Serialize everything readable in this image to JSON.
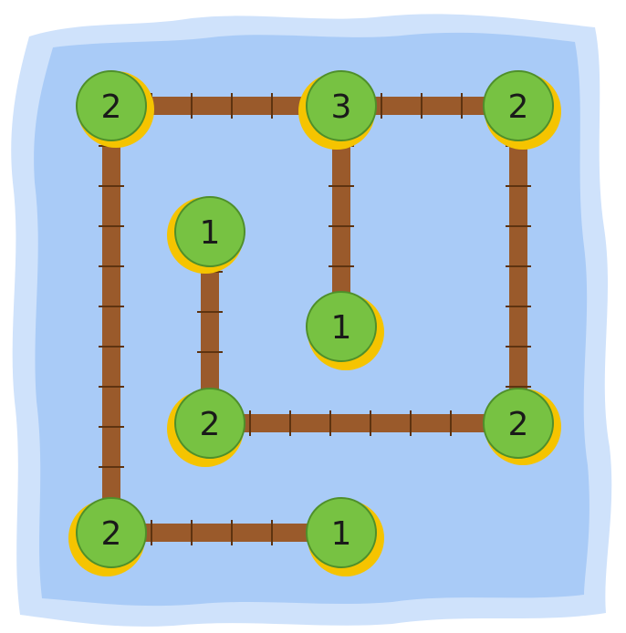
{
  "puzzle": {
    "type": "bridges",
    "islands": [
      {
        "id": "i1",
        "col": 0,
        "row": 0,
        "value": "2"
      },
      {
        "id": "i2",
        "col": 2,
        "row": 0,
        "value": "3"
      },
      {
        "id": "i3",
        "col": 3,
        "row": 0,
        "value": "2"
      },
      {
        "id": "i4",
        "col": 1,
        "row": 1,
        "value": "1"
      },
      {
        "id": "i5",
        "col": 2,
        "row": 2,
        "value": "1"
      },
      {
        "id": "i6",
        "col": 1,
        "row": 3,
        "value": "2"
      },
      {
        "id": "i7",
        "col": 3,
        "row": 3,
        "value": "2"
      },
      {
        "id": "i8",
        "col": 0,
        "row": 4,
        "value": "2"
      },
      {
        "id": "i9",
        "col": 2,
        "row": 4,
        "value": "1"
      }
    ],
    "bridges": [
      {
        "from": "i1",
        "to": "i2",
        "count": 1
      },
      {
        "from": "i2",
        "to": "i3",
        "count": 1
      },
      {
        "from": "i2",
        "to": "i5",
        "count": 1
      },
      {
        "from": "i3",
        "to": "i7",
        "count": 1
      },
      {
        "from": "i1",
        "to": "i8",
        "count": 1
      },
      {
        "from": "i4",
        "to": "i6",
        "count": 1
      },
      {
        "from": "i6",
        "to": "i7",
        "count": 1
      },
      {
        "from": "i8",
        "to": "i9",
        "count": 1
      }
    ]
  },
  "colors": {
    "water_outer": "#cfe2fb",
    "water_inner": "#a9cbf7",
    "island_fill": "#77c242",
    "island_stroke": "#4f8f2a",
    "sand": "#f5c400",
    "bridge": "#9a5a2b",
    "bridge_slat": "#5e3310",
    "number": "#1a1a1a"
  }
}
